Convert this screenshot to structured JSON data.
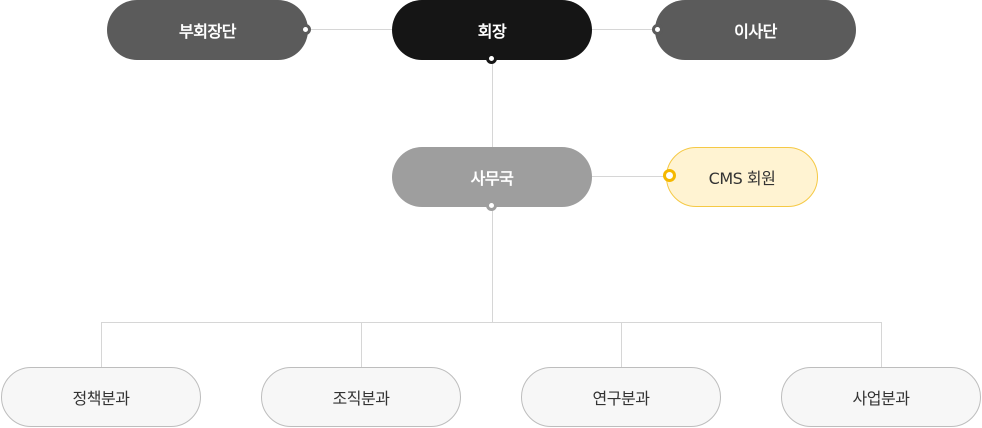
{
  "org_chart": {
    "chair": {
      "label": "회장"
    },
    "vice_chairs": {
      "label": "부회장단"
    },
    "board": {
      "label": "이사단"
    },
    "secretariat": {
      "label": "사무국"
    },
    "cms_members": {
      "label": "CMS 회원"
    },
    "departments": [
      {
        "label": "정책분과"
      },
      {
        "label": "조직분과"
      },
      {
        "label": "연구분과"
      },
      {
        "label": "사업분과"
      }
    ]
  },
  "colors": {
    "chair": "#151515",
    "side_nodes": "#5b5b5b",
    "secretariat": "#9e9e9e",
    "cms_fill": "#fff3d2",
    "cms_accent": "#f5b800",
    "dept_fill": "#f7f7f7",
    "connector": "#d6d6d6"
  }
}
